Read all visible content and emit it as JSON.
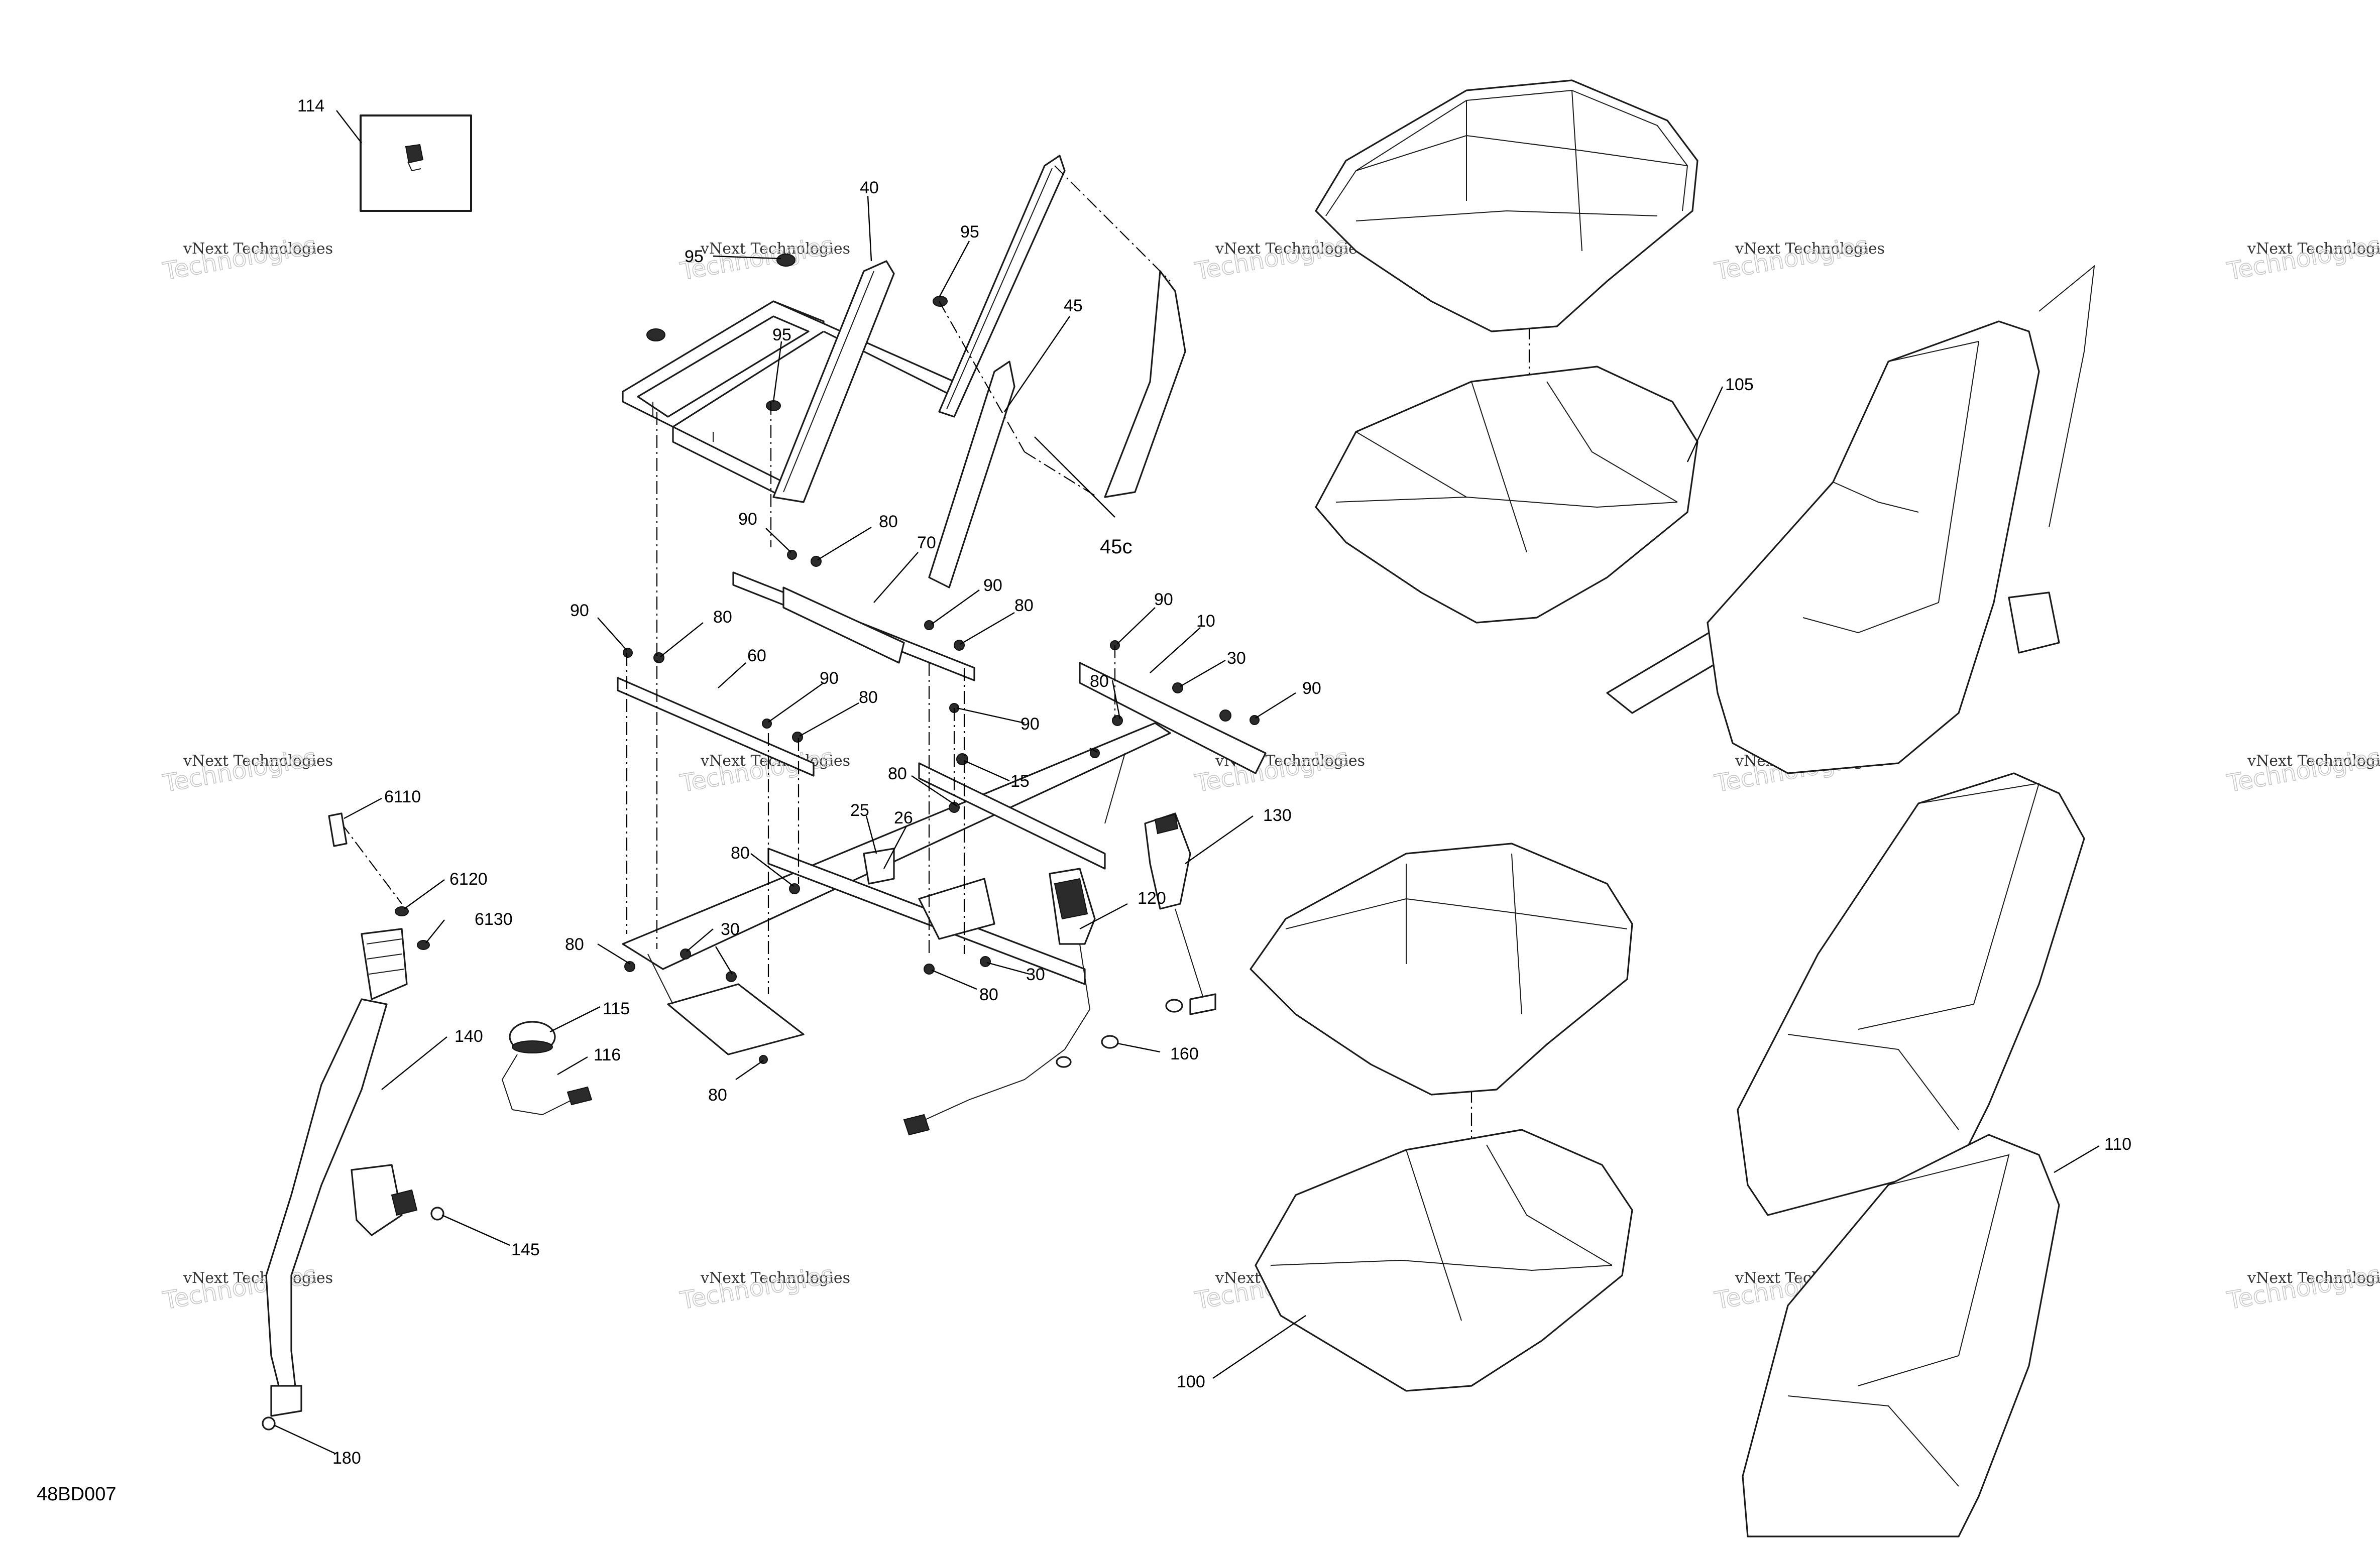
{
  "diagram_code": "48BD007",
  "watermark": {
    "line1": "vNext Technologies",
    "line2": "Technologies"
  },
  "callouts": [
    {
      "id": "c114",
      "text": "114"
    },
    {
      "id": "c40",
      "text": "40"
    },
    {
      "id": "c95a",
      "text": "95"
    },
    {
      "id": "c95b",
      "text": "95"
    },
    {
      "id": "c95c",
      "text": "95"
    },
    {
      "id": "c45",
      "text": "45"
    },
    {
      "id": "c45c",
      "text": "45c"
    },
    {
      "id": "c90a",
      "text": "90"
    },
    {
      "id": "c80a",
      "text": "80"
    },
    {
      "id": "c70",
      "text": "70"
    },
    {
      "id": "c90b",
      "text": "90"
    },
    {
      "id": "c80b",
      "text": "80"
    },
    {
      "id": "c90c",
      "text": "90"
    },
    {
      "id": "c80c",
      "text": "80"
    },
    {
      "id": "c60",
      "text": "60"
    },
    {
      "id": "c90d",
      "text": "90"
    },
    {
      "id": "c80d",
      "text": "80"
    },
    {
      "id": "c90e",
      "text": "90"
    },
    {
      "id": "c10",
      "text": "10"
    },
    {
      "id": "c30a",
      "text": "30"
    },
    {
      "id": "c80e",
      "text": "80"
    },
    {
      "id": "c90f",
      "text": "90"
    },
    {
      "id": "c90g",
      "text": "90"
    },
    {
      "id": "c15",
      "text": "15"
    },
    {
      "id": "c80f",
      "text": "80"
    },
    {
      "id": "c25",
      "text": "25"
    },
    {
      "id": "c26",
      "text": "26"
    },
    {
      "id": "c130",
      "text": "130"
    },
    {
      "id": "c80g",
      "text": "80"
    },
    {
      "id": "c120",
      "text": "120"
    },
    {
      "id": "c6110",
      "text": "6110"
    },
    {
      "id": "c6120",
      "text": "6120"
    },
    {
      "id": "c6130",
      "text": "6130"
    },
    {
      "id": "c80h",
      "text": "80"
    },
    {
      "id": "c30b",
      "text": "30"
    },
    {
      "id": "c30c",
      "text": "30"
    },
    {
      "id": "c80i",
      "text": "80"
    },
    {
      "id": "c115",
      "text": "115"
    },
    {
      "id": "c116",
      "text": "116"
    },
    {
      "id": "c140",
      "text": "140"
    },
    {
      "id": "c80j",
      "text": "80"
    },
    {
      "id": "c160",
      "text": "160"
    },
    {
      "id": "c145",
      "text": "145"
    },
    {
      "id": "c180",
      "text": "180"
    },
    {
      "id": "c105",
      "text": "105"
    },
    {
      "id": "c110",
      "text": "110"
    },
    {
      "id": "c100",
      "text": "100"
    }
  ]
}
